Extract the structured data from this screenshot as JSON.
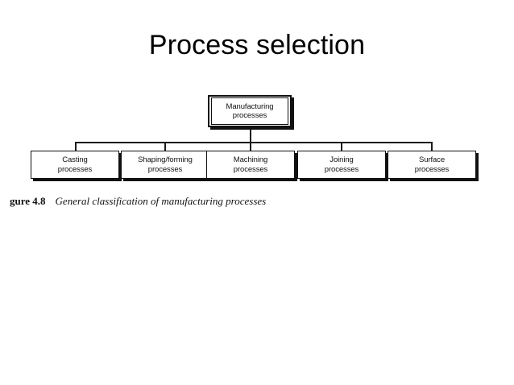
{
  "slide": {
    "title": "Process selection"
  },
  "figure": {
    "caption_number": "gure 4.8",
    "caption_text": "General classification of manufacturing processes",
    "root": {
      "label": "Manufacturing\nprocesses"
    },
    "leaves": [
      {
        "label": "Casting\nprocesses"
      },
      {
        "label": "Shaping/forming\nprocesses"
      },
      {
        "label": "Machining\nprocesses"
      },
      {
        "label": "Joining\nprocesses"
      },
      {
        "label": "Surface\nprocesses"
      }
    ],
    "colors": {
      "line": "#1a1a1a",
      "box_border": "#111111",
      "box_fill": "#ffffff",
      "text": "#111111",
      "background": "#ffffff"
    }
  }
}
